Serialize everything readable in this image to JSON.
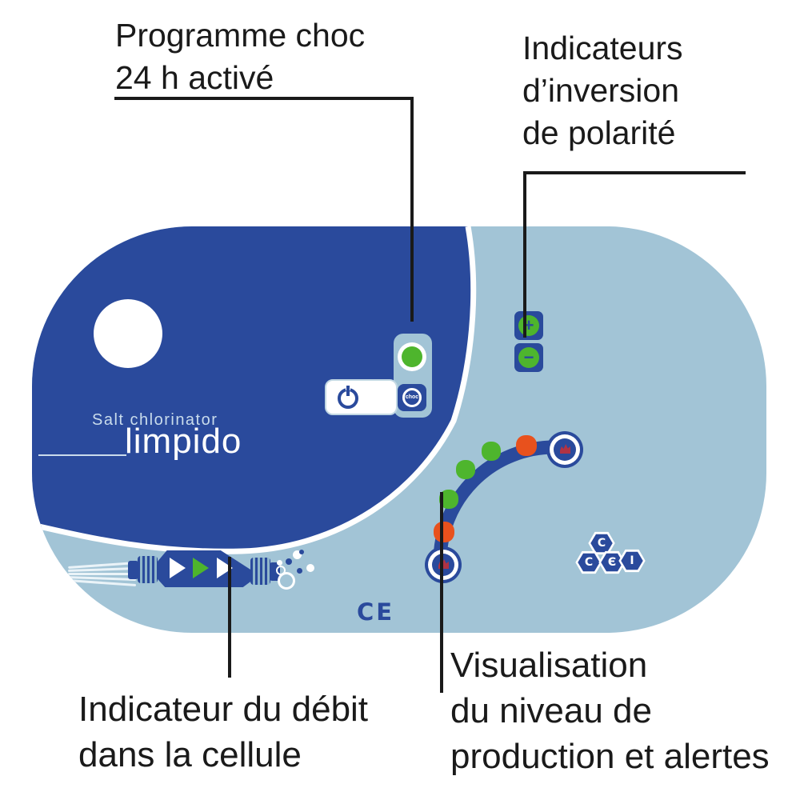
{
  "annotations": {
    "programme_choc": {
      "lines": [
        "Programme choc",
        "24 h activé"
      ]
    },
    "polarity": {
      "lines": [
        "Indicateurs",
        "d’inversion",
        "de polarité"
      ]
    },
    "debit": {
      "lines": [
        "Indicateur du débit",
        "dans la cellule"
      ]
    },
    "production": {
      "lines": [
        "Visualisation",
        "du niveau de",
        "production et alertes"
      ]
    }
  },
  "device": {
    "brand_small": "Salt chlorinator",
    "brand_large": "limpido",
    "ce_mark": "CE",
    "logo_letters": [
      "C",
      "C",
      "Є",
      "I"
    ],
    "status_led": {
      "color": "green"
    },
    "choc_button": {
      "label": "choc"
    },
    "polarity_indicators": [
      {
        "symbol": "+"
      },
      {
        "symbol": "−"
      }
    ],
    "production_leds": [
      {
        "color": "orange"
      },
      {
        "color": "green"
      },
      {
        "color": "green"
      },
      {
        "color": "green"
      },
      {
        "color": "orange"
      }
    ],
    "flow_triangles": [
      {
        "color": "white"
      },
      {
        "color": "green"
      },
      {
        "color": "white"
      }
    ],
    "icons": {
      "power": "power-symbol",
      "choc": "circular-arrows",
      "alerts": "red-alert-glyph"
    }
  },
  "colors": {
    "panel_dark_blue": "#2a4a9c",
    "panel_light_blue": "#a2c4d6",
    "led_green": "#4eb52d",
    "led_orange": "#e8511d",
    "alert_red": "#b03344",
    "annotation_black": "#1a1a1a"
  }
}
